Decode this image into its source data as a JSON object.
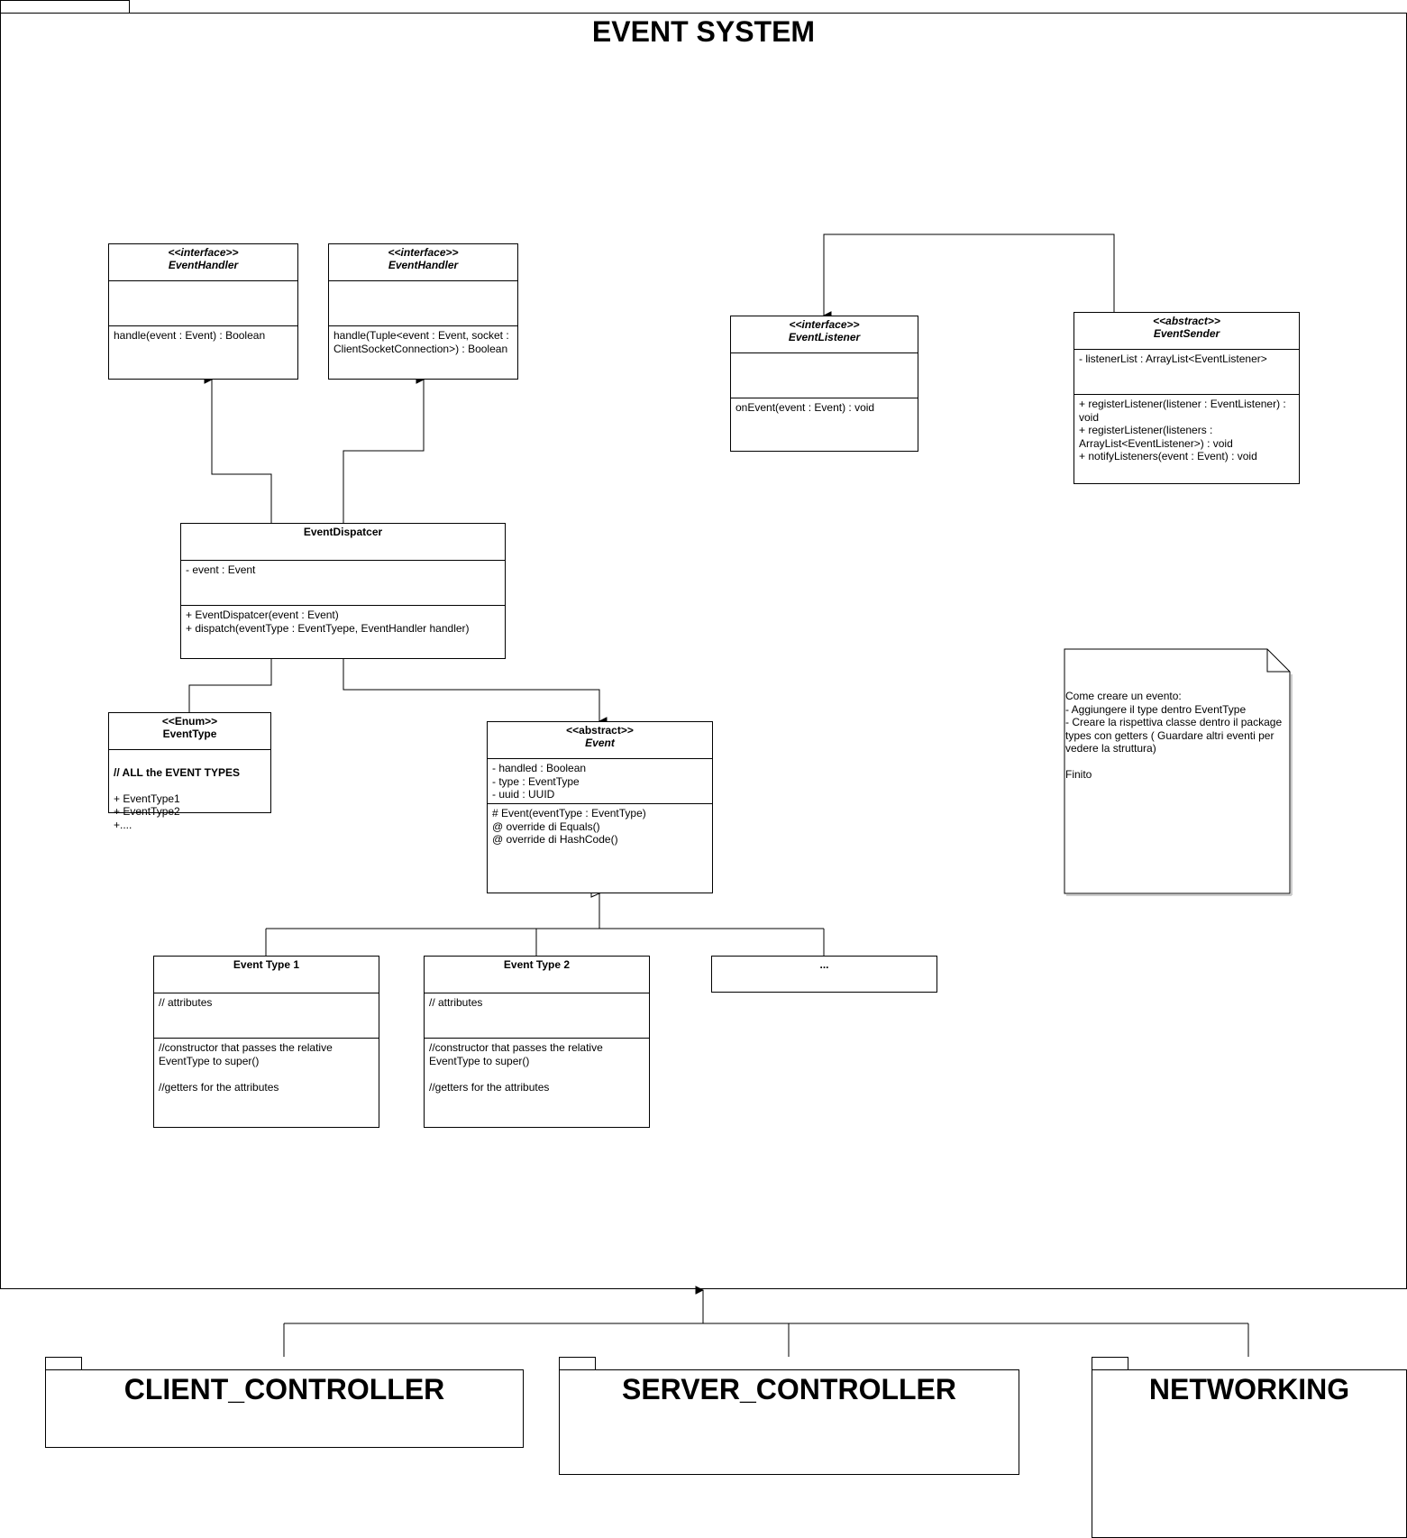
{
  "packages": {
    "main": {
      "title": "EVENT SYSTEM"
    },
    "client": {
      "title": "CLIENT_CONTROLLER"
    },
    "server": {
      "title": "SERVER_CONTROLLER"
    },
    "networking": {
      "title": "NETWORKING"
    }
  },
  "classes": {
    "event_handler_1": {
      "stereotype": "<<interface>>",
      "name": "EventHandler",
      "attributes": "",
      "methods": "handle(event : Event) : Boolean"
    },
    "event_handler_2": {
      "stereotype": "<<interface>>",
      "name": "EventHandler",
      "attributes": "",
      "methods": "handle(Tuple<event : Event, socket :\nClientSocketConnection>) : Boolean"
    },
    "event_listener": {
      "stereotype": "<<interface>>",
      "name": "EventListener",
      "attributes": "",
      "methods": "onEvent(event : Event) : void"
    },
    "event_sender": {
      "stereotype": "<<abstract>>",
      "name": "EventSender",
      "attributes": "- listenerList : ArrayList<EventListener>",
      "methods": "+ registerListener(listener : EventListener) :\nvoid\n+ registerListener(listeners :\nArrayList<EventListener>) : void\n+ notifyListeners(event : Event) : void"
    },
    "event_dispatcher": {
      "name": "EventDispatcer",
      "attributes": "- event : Event",
      "methods": "+ EventDispatcer(event : Event)\n+ dispatch(eventType : EventTyepe, EventHandler handler)"
    },
    "event_type_enum": {
      "stereotype": "<<Enum>>",
      "name": "EventType",
      "values_header": "// ALL the EVENT TYPES",
      "values": "+ EventType1\n+ EventType2\n+...."
    },
    "event": {
      "stereotype": "<<abstract>>",
      "name": "Event",
      "attributes": "- handled : Boolean\n- type : EventType\n- uuid : UUID",
      "methods": "# Event(eventType : EventType)\n@ override di Equals()\n@ override di HashCode()"
    },
    "event_type_1": {
      "name": "Event Type 1",
      "attributes": "// attributes",
      "methods": "//constructor that passes the relative\nEventType to super()\n\n//getters for the attributes"
    },
    "event_type_2": {
      "name": "Event Type 2",
      "attributes": "// attributes",
      "methods": "//constructor that passes the relative\nEventType to super()\n\n//getters for the attributes"
    },
    "more": {
      "name": "..."
    }
  },
  "note": {
    "text": "Come creare un evento:\n- Aggiungere il type dentro EventType\n- Creare la rispettiva classe dentro il package types con getters ( Guardare altri eventi per vedere la struttura)\n\nFinito"
  }
}
